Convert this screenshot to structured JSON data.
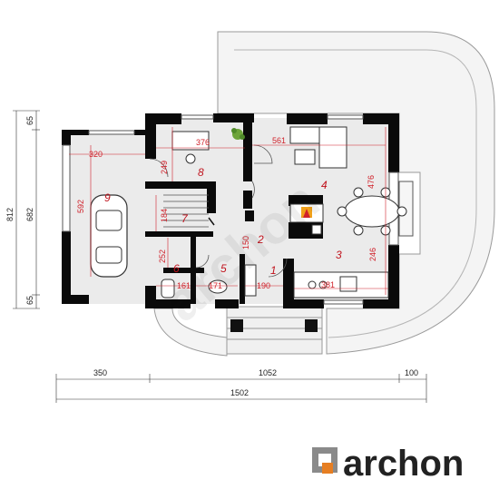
{
  "rooms": [
    {
      "num": "1",
      "dim": "190"
    },
    {
      "num": "2",
      "dim": "150"
    },
    {
      "num": "3",
      "dim": "381",
      "dim2": "246"
    },
    {
      "num": "4",
      "dim": "561",
      "dim2": "476"
    },
    {
      "num": "5",
      "dim": "171"
    },
    {
      "num": "6",
      "dim": "161",
      "dim2": "252"
    },
    {
      "num": "7",
      "dim": "184"
    },
    {
      "num": "8",
      "dim": "376",
      "dim2": "249"
    },
    {
      "num": "9",
      "dim": "320",
      "dim2": "592"
    }
  ],
  "external_dims": {
    "left": [
      "65",
      "682",
      "65"
    ],
    "left_total": "812",
    "bottom": [
      "350",
      "1052",
      "100"
    ],
    "bottom_total": "1502"
  },
  "brand": {
    "name": "archon"
  },
  "watermark": "archon",
  "colors": {
    "wall": "#0a0a0a",
    "floor": "#ebebeb",
    "dim": "#d0212a",
    "accent": "#f0a11a"
  }
}
